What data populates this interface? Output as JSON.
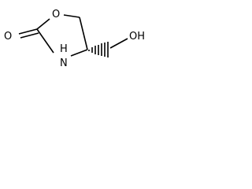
{
  "molecule": {
    "atoms": {
      "carbonyl_oxygen": "O",
      "ring_oxygen": "O",
      "ring_nitrogen": "N",
      "nitrogen_hydrogen": "H",
      "hydroxyl_group": "OH"
    },
    "colors": {
      "stroke": "#000000",
      "background": "#ffffff"
    }
  }
}
